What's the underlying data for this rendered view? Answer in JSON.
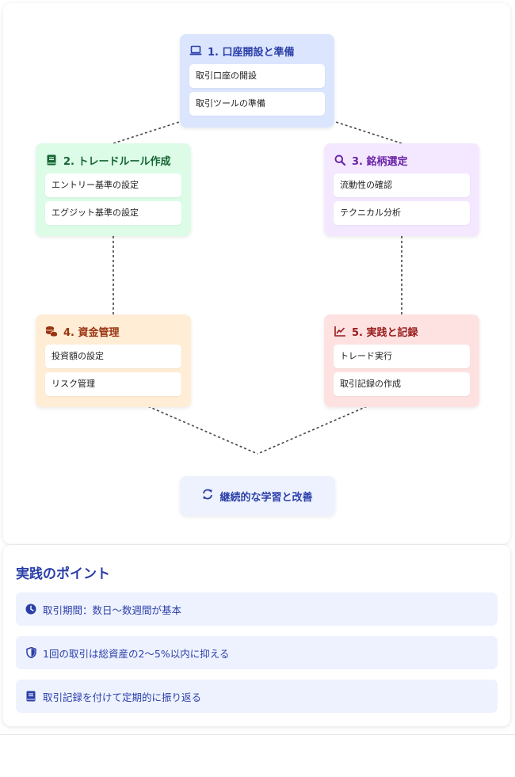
{
  "steps": [
    {
      "title": "1. 口座開設と準備",
      "icon": "laptop-icon",
      "items": [
        "取引口座の開設",
        "取引ツールの準備"
      ]
    },
    {
      "title": "2. トレードルール作成",
      "icon": "book-icon",
      "items": [
        "エントリー基準の設定",
        "エグジット基準の設定"
      ]
    },
    {
      "title": "3. 銘柄選定",
      "icon": "search-icon",
      "items": [
        "流動性の確認",
        "テクニカル分析"
      ]
    },
    {
      "title": "4. 資金管理",
      "icon": "coins-icon",
      "items": [
        "投資額の設定",
        "リスク管理"
      ]
    },
    {
      "title": "5. 実践と記録",
      "icon": "chart-line-icon",
      "items": [
        "トレード実行",
        "取引記録の作成"
      ]
    }
  ],
  "cycle": {
    "label": "継続的な学習と改善",
    "icon": "sync-icon"
  },
  "points": {
    "title": "実践のポイント",
    "items": [
      {
        "text": "取引期間：数日〜数週間が基本",
        "icon": "clock-icon"
      },
      {
        "text": "1回の取引は総資産の2〜5%以内に抑える",
        "icon": "shield-icon"
      },
      {
        "text": "取引記録を付けて定期的に振り返る",
        "icon": "book-icon"
      }
    ]
  },
  "colors": {
    "step1": "#dbe6fe",
    "step2": "#dcfce7",
    "step3": "#f3e8ff",
    "step4": "#ffedd5",
    "step5": "#fee2e2",
    "accent": "#2b3fa8"
  }
}
